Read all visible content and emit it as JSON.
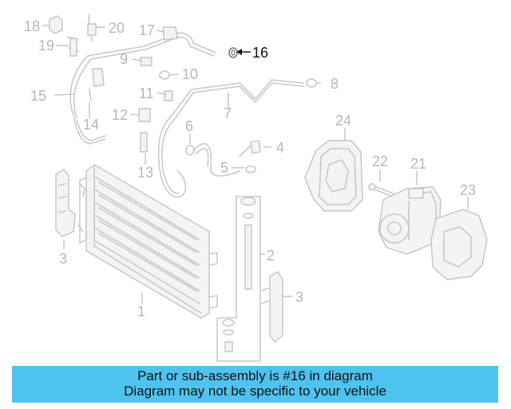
{
  "callouts": [
    {
      "id": "1",
      "label": "1",
      "highlighted": false
    },
    {
      "id": "2",
      "label": "2",
      "highlighted": false
    },
    {
      "id": "3a",
      "label": "3",
      "highlighted": false
    },
    {
      "id": "3b",
      "label": "3",
      "highlighted": false
    },
    {
      "id": "4",
      "label": "4",
      "highlighted": false
    },
    {
      "id": "5",
      "label": "5",
      "highlighted": false
    },
    {
      "id": "6",
      "label": "6",
      "highlighted": false
    },
    {
      "id": "7",
      "label": "7",
      "highlighted": false
    },
    {
      "id": "8",
      "label": "8",
      "highlighted": false
    },
    {
      "id": "9",
      "label": "9",
      "highlighted": false
    },
    {
      "id": "10",
      "label": "10",
      "highlighted": false
    },
    {
      "id": "11",
      "label": "11",
      "highlighted": false
    },
    {
      "id": "12",
      "label": "12",
      "highlighted": false
    },
    {
      "id": "13",
      "label": "13",
      "highlighted": false
    },
    {
      "id": "14",
      "label": "14",
      "highlighted": false
    },
    {
      "id": "15",
      "label": "15",
      "highlighted": false
    },
    {
      "id": "16",
      "label": "16",
      "highlighted": true
    },
    {
      "id": "17",
      "label": "17",
      "highlighted": false
    },
    {
      "id": "18",
      "label": "18",
      "highlighted": false
    },
    {
      "id": "19",
      "label": "19",
      "highlighted": false
    },
    {
      "id": "20",
      "label": "20",
      "highlighted": false
    },
    {
      "id": "21",
      "label": "21",
      "highlighted": false
    },
    {
      "id": "22",
      "label": "22",
      "highlighted": false
    },
    {
      "id": "23",
      "label": "23",
      "highlighted": false
    },
    {
      "id": "24",
      "label": "24",
      "highlighted": false
    }
  ],
  "banner": {
    "line1": "Part or sub-assembly is #16 in diagram",
    "line2": "Diagram may not be specific to your vehicle"
  },
  "colors": {
    "banner_background": "#4ec3ef",
    "highlight_text": "#111111",
    "muted_text": "#b7b7b7",
    "line_art": "#c9c9c9"
  }
}
